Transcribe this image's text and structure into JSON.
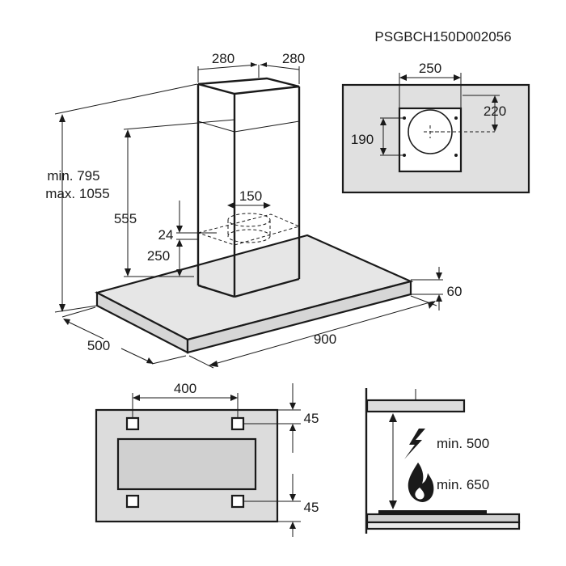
{
  "product_code": "PSGBCH150D002056",
  "main_view": {
    "chimney_width_a": "280",
    "chimney_width_b": "280",
    "total_height_min": "min. 795",
    "total_height_max": "max. 1055",
    "chimney_height": "555",
    "duct_diameter": "150",
    "gap_24": "24",
    "box_height": "250",
    "canopy_thickness": "60",
    "canopy_width": "900",
    "canopy_depth": "500"
  },
  "ceiling_view": {
    "opening_width": "250",
    "offset_220": "220",
    "offset_190": "190"
  },
  "top_view": {
    "bracket_spacing": "400",
    "edge_top": "45",
    "edge_bottom": "45"
  },
  "clearance_view": {
    "electric_min": "min. 500",
    "gas_min": "min. 650",
    "electric_icon": "lightning-icon",
    "gas_icon": "flame-icon"
  }
}
